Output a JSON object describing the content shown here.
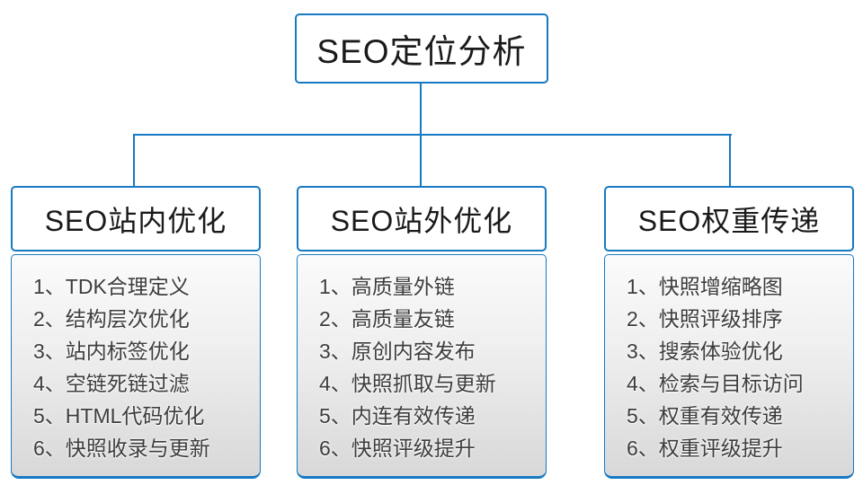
{
  "colors": {
    "accent": "#1779c2",
    "header_text": "#1a1a1a",
    "list_text": "#3d3d3d"
  },
  "diagram": {
    "root": {
      "title": "SEO定位分析"
    },
    "branches": [
      {
        "title": "SEO站内优化",
        "items": [
          "1、TDK合理定义",
          "2、结构层次优化",
          "3、站内标签优化",
          "4、空链死链过滤",
          "5、HTML代码优化",
          "6、快照收录与更新"
        ]
      },
      {
        "title": "SEO站外优化",
        "items": [
          "1、高质量外链",
          "2、高质量友链",
          "3、原创内容发布",
          "4、快照抓取与更新",
          "5、内连有效传递",
          "6、快照评级提升"
        ]
      },
      {
        "title": "SEO权重传递",
        "items": [
          "1、快照增缩略图",
          "2、快照评级排序",
          "3、搜索体验优化",
          "4、检索与目标访问",
          "5、权重有效传递",
          "6、权重评级提升"
        ]
      }
    ]
  }
}
